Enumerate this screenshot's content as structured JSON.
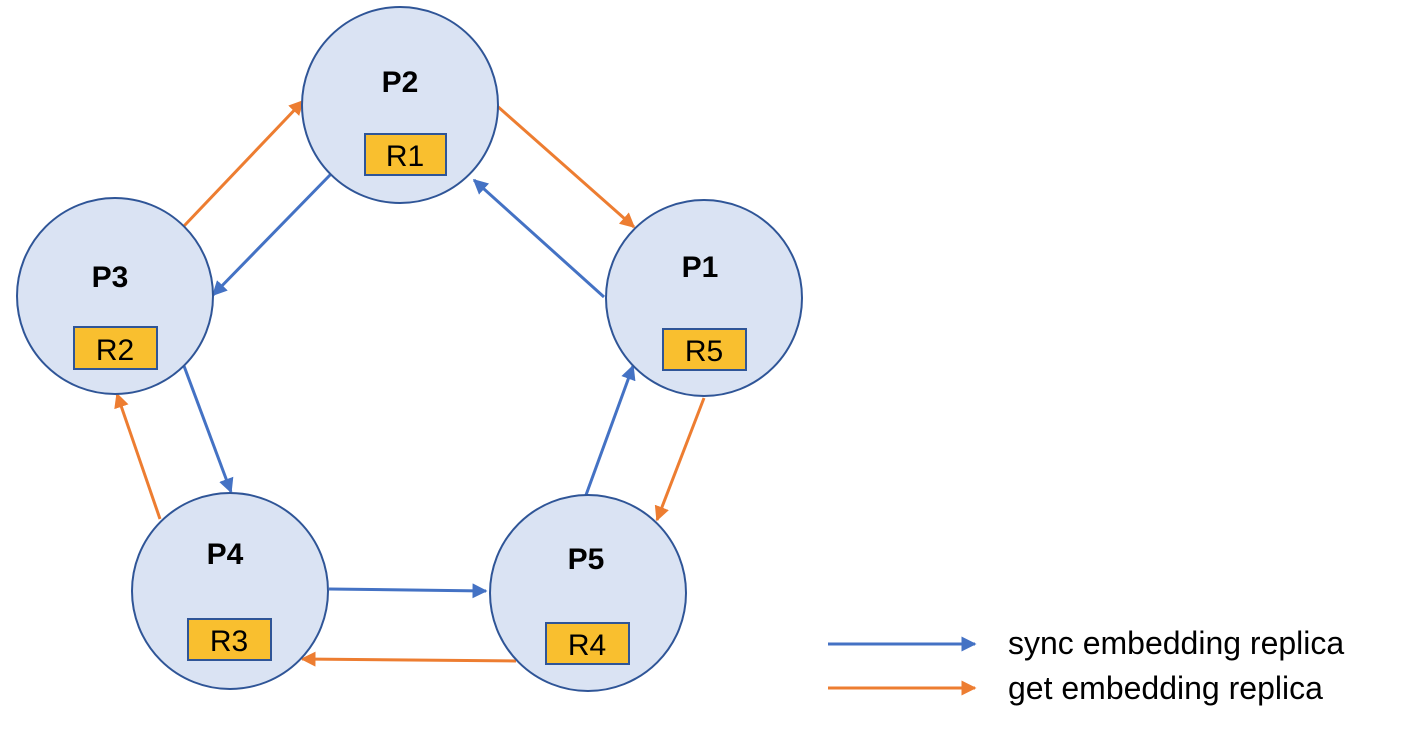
{
  "colors": {
    "sync": "#4472c4",
    "get": "#ed7d31",
    "node_fill": "#dae3f3",
    "node_stroke": "#2f5597",
    "replica_fill": "#f9bf2f"
  },
  "nodes": [
    {
      "id": "P1",
      "label": "P1",
      "replica": "R5"
    },
    {
      "id": "P2",
      "label": "P2",
      "replica": "R1"
    },
    {
      "id": "P3",
      "label": "P3",
      "replica": "R2"
    },
    {
      "id": "P4",
      "label": "P4",
      "replica": "R3"
    },
    {
      "id": "P5",
      "label": "P5",
      "replica": "R4"
    }
  ],
  "edges": [
    {
      "from": "P1",
      "to": "P2",
      "kind": "sync"
    },
    {
      "from": "P2",
      "to": "P3",
      "kind": "sync"
    },
    {
      "from": "P3",
      "to": "P4",
      "kind": "sync"
    },
    {
      "from": "P4",
      "to": "P5",
      "kind": "sync"
    },
    {
      "from": "P5",
      "to": "P1",
      "kind": "sync"
    },
    {
      "from": "P2",
      "to": "P1",
      "kind": "get"
    },
    {
      "from": "P3",
      "to": "P2",
      "kind": "get"
    },
    {
      "from": "P4",
      "to": "P3",
      "kind": "get"
    },
    {
      "from": "P5",
      "to": "P4",
      "kind": "get"
    },
    {
      "from": "P1",
      "to": "P5",
      "kind": "get"
    }
  ],
  "legend": {
    "sync_label": "sync embedding replica",
    "get_label": "get embedding replica"
  }
}
